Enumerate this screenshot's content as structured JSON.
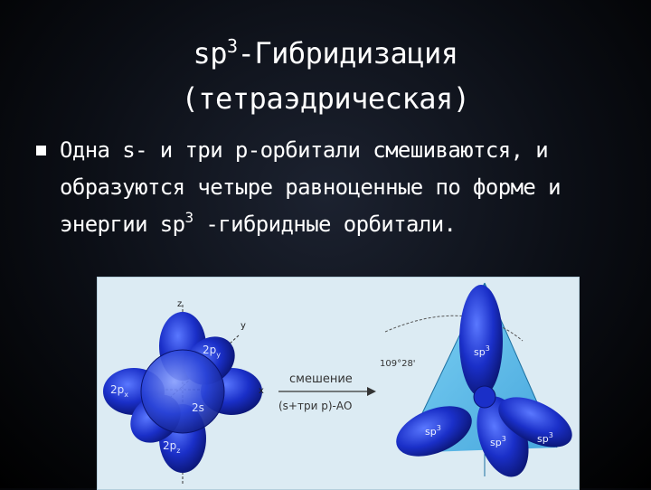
{
  "slide": {
    "title_line1_pre": "sp",
    "title_line1_sup": "3",
    "title_line1_post": "-Гибридизация",
    "title_line2": "(тетраэдрическая)",
    "bullet_text": "Одна s- и три p-орбитали смешиваются, и образуются четыре равноценные по форме и энергии sp",
    "bullet_sup": "3",
    "bullet_text_end": "-гибридные орбитали."
  },
  "figure": {
    "left": {
      "axis_z": "z",
      "axis_y": "y",
      "axis_x": "x",
      "label_2py": "2p",
      "label_2py_sub": "y",
      "label_2px": "2p",
      "label_2px_sub": "x",
      "label_2s": "2s",
      "label_2pz": "2p",
      "label_2pz_sub": "z"
    },
    "arrow": {
      "top_label": "смешение",
      "bottom_label": "(s+три p)-АО"
    },
    "right": {
      "angle_label": "109°28'",
      "sp3_label": "sp",
      "sp3_sup": "3"
    }
  },
  "colors": {
    "background": "#000000",
    "figure_bg": "#dcebf3",
    "orbital_blue": "#1a2fc8",
    "tetra_cyan": "#3fb2e6",
    "label_red": "#cc2222"
  }
}
